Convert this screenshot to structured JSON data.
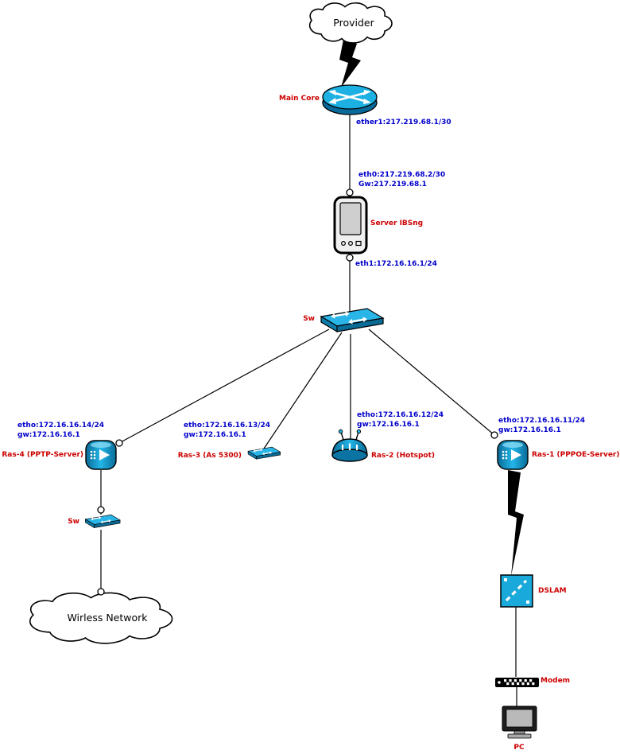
{
  "diagram": {
    "provider": {
      "label": "Provider"
    },
    "main_core": {
      "label": "Main Core",
      "ether1": "ether1:217.219.68.1/30"
    },
    "server": {
      "label": "Server IBSng",
      "eth0": "eth0:217.219.68.2/30",
      "gw": "Gw:217.219.68.1",
      "eth1": "eth1:172.16.16.1/24"
    },
    "core_switch": {
      "label": "Sw"
    },
    "ras4": {
      "label": "Ras-4 (PPTP-Server)",
      "eth": "etho:172.16.16.14/24",
      "gw": "gw:172.16.16.1"
    },
    "ras3": {
      "label": "Ras-3 (As 5300)",
      "eth": "etho:172.16.16.13/24",
      "gw": "gw:172.16.16.1"
    },
    "ras2": {
      "label": "Ras-2 (Hotspot)",
      "eth": "etho:172.16.16.12/24",
      "gw": "gw:172.16.16.1"
    },
    "ras1": {
      "label": "Ras-1 (PPPOE-Server)",
      "eth": "etho:172.16.16.11/24",
      "gw": "gw:172.16.16.1"
    },
    "access_switch": {
      "label": "Sw"
    },
    "wireless_cloud": {
      "label": "Wirless Network"
    },
    "dslam": {
      "label": "DSLAM"
    },
    "modem": {
      "label": "Modem"
    },
    "pc": {
      "label": "PC"
    }
  },
  "colors": {
    "device_cyan": "#1db0e2",
    "device_dark_blue": "#0a6b9b",
    "label_red": "#cc0000",
    "label_blue": "#0000cc",
    "line_black": "#000000"
  }
}
